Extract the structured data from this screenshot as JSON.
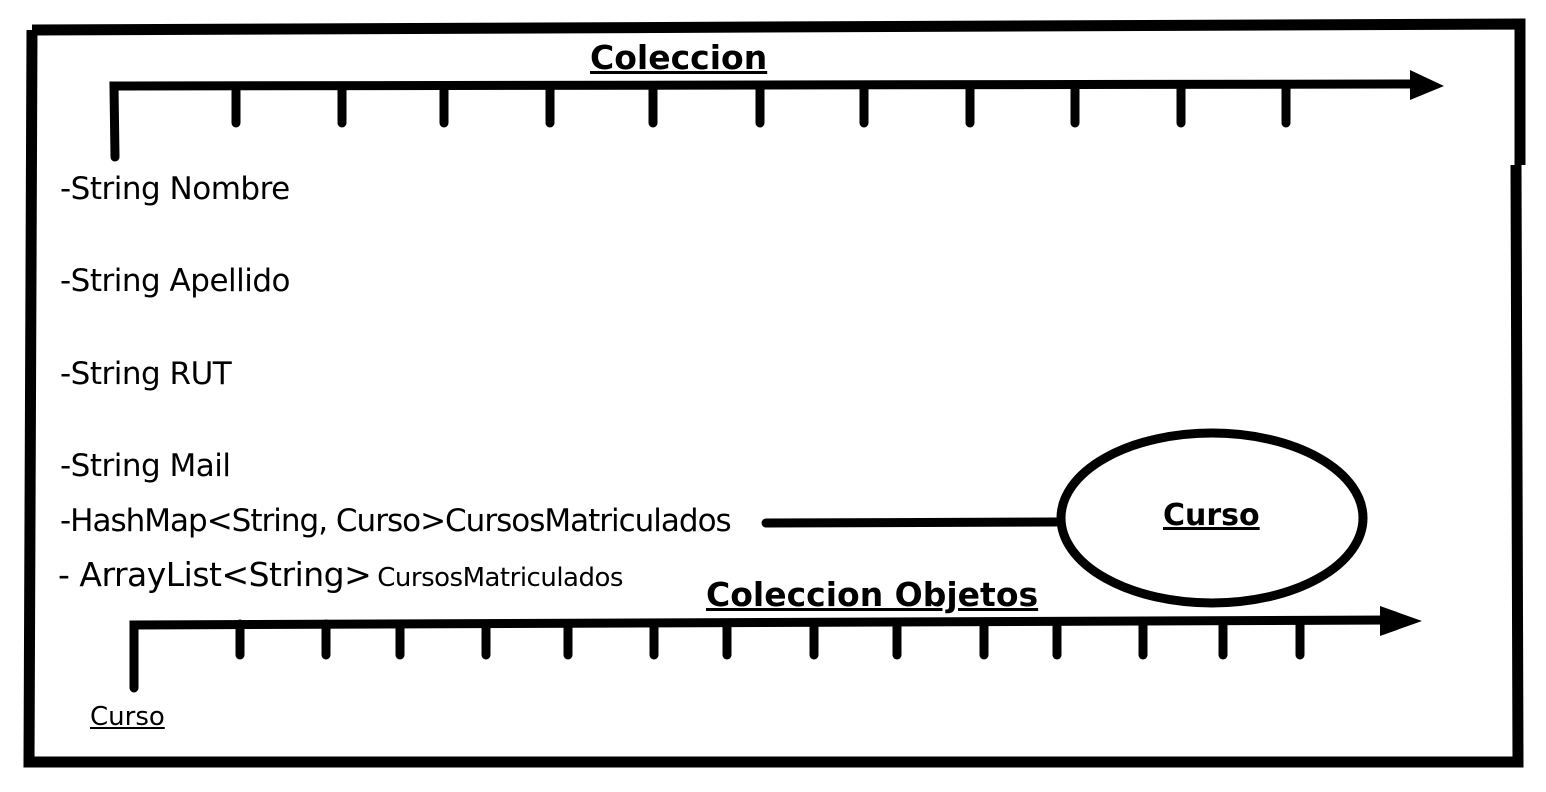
{
  "collection_title": "Coleccion",
  "attributes": [
    "-String Nombre",
    "-String Apellido",
    "-String RUT",
    "-String Mail",
    "-HashMap<String, Curso>CursosMatriculados"
  ],
  "arraylist_attr": {
    "prefix": "- ArrayList<String>",
    "name": "CursosMatriculados"
  },
  "curso_node": "Curso",
  "objects_collection_title": "Coleccion Objetos",
  "objects_axis_label": "Curso"
}
